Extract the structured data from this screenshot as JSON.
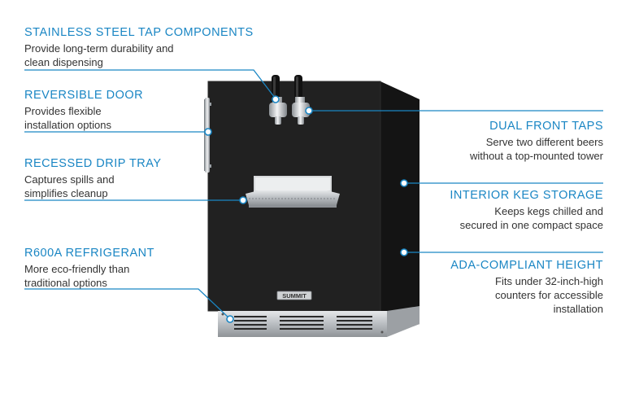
{
  "brand": {
    "logo_text": "SUMMIT"
  },
  "colors": {
    "accent": "#1a86c4",
    "unit_body": "#1e1e1e",
    "steel": "#bfc2c5",
    "text": "#333333"
  },
  "callouts": {
    "stainless": {
      "title": "STAINLESS STEEL TAP COMPONENTS",
      "line1": "Provide long-term durability and",
      "line2": "clean dispensing"
    },
    "reversible": {
      "title": "REVERSIBLE DOOR",
      "line1": "Provides flexible",
      "line2": "installation options"
    },
    "drip": {
      "title": "RECESSED DRIP TRAY",
      "line1": "Captures spills and",
      "line2": "simplifies cleanup"
    },
    "refrigerant": {
      "title": "R600A REFRIGERANT",
      "line1": "More eco-friendly than",
      "line2": "traditional options"
    },
    "taps": {
      "title": "DUAL FRONT TAPS",
      "line1": "Serve two different beers",
      "line2": "without a top-mounted tower"
    },
    "keg": {
      "title": "INTERIOR KEG STORAGE",
      "line1": "Keeps kegs chilled and",
      "line2": "secured in one compact space"
    },
    "ada": {
      "title": "ADA-COMPLIANT HEIGHT",
      "line1": "Fits under 32-inch-high",
      "line2": "counters for accessible",
      "line3": "installation"
    }
  }
}
